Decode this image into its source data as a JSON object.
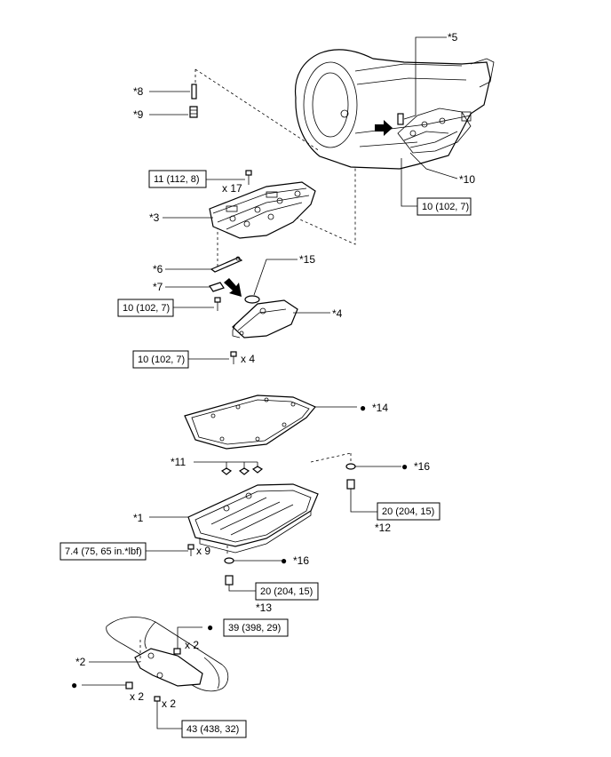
{
  "callouts": {
    "c1": "*1",
    "c2": "*2",
    "c3": "*3",
    "c4": "*4",
    "c5": "*5",
    "c6": "*6",
    "c7": "*7",
    "c8": "*8",
    "c9": "*9",
    "c10": "*10",
    "c11": "*11",
    "c12": "*12",
    "c13": "*13",
    "c14": "*14",
    "c15": "*15",
    "c16a": "*16",
    "c16b": "*16"
  },
  "torque": {
    "t_valvebody": "11 (112, 8)",
    "t_solenoid": "10 (102, 7)",
    "t_detent": "10 (102, 7)",
    "t_strainer": "10 (102, 7)",
    "t_drainplug": "20 (204, 15)",
    "t_fillplug": "20 (204, 15)",
    "t_pan": "7.4 (75, 65 in.*lbf)",
    "t_bracket_top": "39 (398, 29)",
    "t_bracket_bottom": "43 (438, 32)"
  },
  "quantities": {
    "q17": "x 17",
    "q4": "x 4",
    "q9": "x 9",
    "q2a": "x 2",
    "q2b": "x 2",
    "q2c": "x 2"
  },
  "markers": {
    "dot": "●"
  }
}
